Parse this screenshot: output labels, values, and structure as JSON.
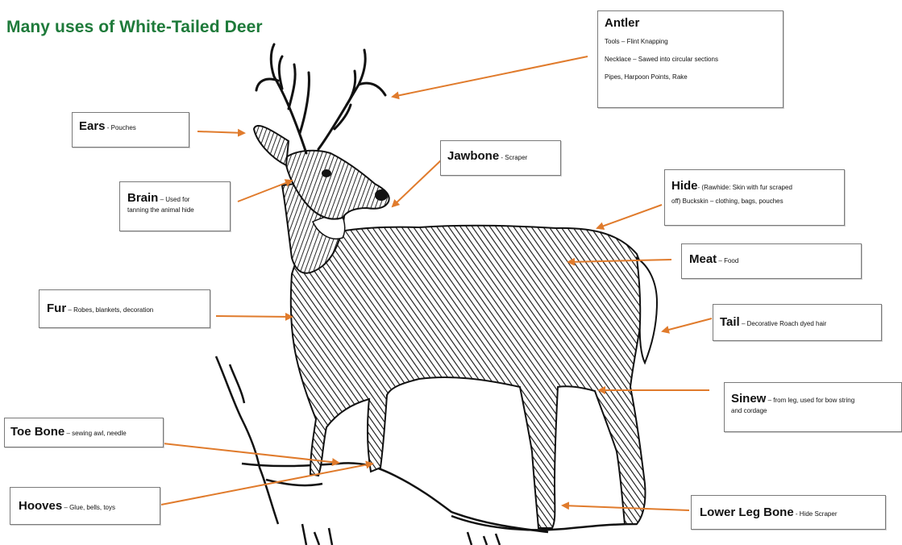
{
  "title": "Many uses of White-Tailed Deer",
  "colors": {
    "title": "#1e7a3a",
    "arrow": "#e07b2c",
    "border": "#7a7a7a"
  },
  "labels": {
    "antler": {
      "name": "Antler",
      "lines": [
        "Tools – Flint Knapping",
        "Necklace – Sawed into circular sections",
        "Pipes, Harpoon Points, Rake"
      ]
    },
    "ears": {
      "name": "Ears",
      "desc": " - Pouches"
    },
    "jawbone": {
      "name": "Jawbone",
      "desc": " - Scraper"
    },
    "brain": {
      "name": "Brain",
      "desc1": " – Used for",
      "desc2": "tanning the animal hide"
    },
    "hide": {
      "name": "Hide",
      "desc1": "- (Rawhide: Skin with fur scraped",
      "desc2": "off) Buckskin – clothing, bags, pouches"
    },
    "meat": {
      "name": "Meat",
      "desc": " – Food"
    },
    "fur": {
      "name": "Fur",
      "desc": " – Robes, blankets, decoration"
    },
    "tail": {
      "name": "Tail",
      "desc": " – Decorative Roach dyed hair"
    },
    "sinew": {
      "name": "Sinew",
      "desc1": " – from leg, used for bow string",
      "desc2": "and cordage"
    },
    "toebone": {
      "name": "Toe Bone",
      "desc": " – sewing awl, needle"
    },
    "hooves": {
      "name": "Hooves",
      "desc": " – Glue, bells, toys"
    },
    "lowerleg": {
      "name": "Lower Leg Bone",
      "desc": " - Hide Scraper"
    }
  }
}
